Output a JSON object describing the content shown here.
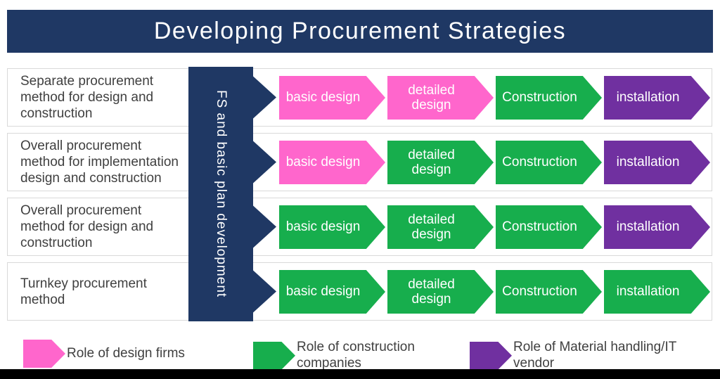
{
  "title": "Developing Procurement Strategies",
  "colors": {
    "navy": "#1F3864",
    "pink": "#FF66CC",
    "green": "#17AE4D",
    "purple": "#7030A0",
    "row_border": "#D9D9D9",
    "label_text": "#404040",
    "footer_bar": "#000000"
  },
  "fs_column": {
    "label": "FS and basic plan development"
  },
  "rows": [
    {
      "label": "Separate procurement method for design and construction",
      "stages": [
        {
          "label": "basic design",
          "color": "#FF66CC"
        },
        {
          "label": "detailed design",
          "color": "#FF66CC"
        },
        {
          "label": "Construction",
          "color": "#17AE4D"
        },
        {
          "label": "installation",
          "color": "#7030A0"
        }
      ]
    },
    {
      "label": "Overall procurement method for implementation design and construction",
      "stages": [
        {
          "label": "basic design",
          "color": "#FF66CC"
        },
        {
          "label": "detailed design",
          "color": "#17AE4D"
        },
        {
          "label": "Construction",
          "color": "#17AE4D"
        },
        {
          "label": "installation",
          "color": "#7030A0"
        }
      ]
    },
    {
      "label": "Overall procurement method for design and construction",
      "stages": [
        {
          "label": "basic design",
          "color": "#17AE4D"
        },
        {
          "label": "detailed design",
          "color": "#17AE4D"
        },
        {
          "label": "Construction",
          "color": "#17AE4D"
        },
        {
          "label": "installation",
          "color": "#7030A0"
        }
      ]
    },
    {
      "label": "Turnkey procurement method",
      "stages": [
        {
          "label": "basic design",
          "color": "#17AE4D"
        },
        {
          "label": "detailed design",
          "color": "#17AE4D"
        },
        {
          "label": "Construction",
          "color": "#17AE4D"
        },
        {
          "label": "installation",
          "color": "#17AE4D"
        }
      ]
    }
  ],
  "legend": [
    {
      "label": "Role of design firms",
      "color": "#FF66CC"
    },
    {
      "label": "Role of construction companies",
      "color": "#17AE4D"
    },
    {
      "label": "Role of Material handling/IT vendor",
      "color": "#7030A0"
    }
  ]
}
